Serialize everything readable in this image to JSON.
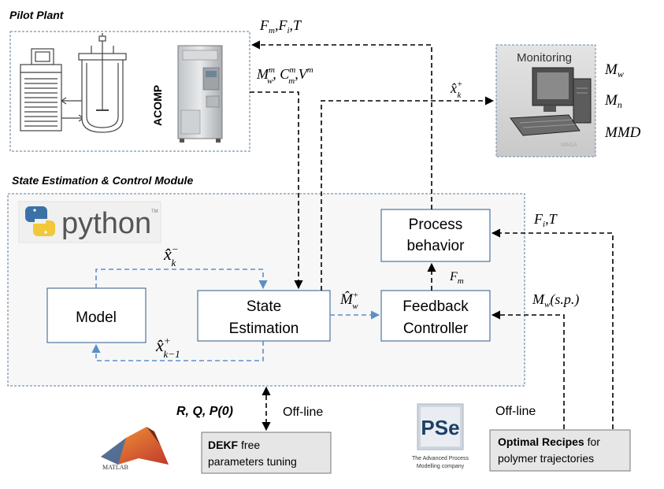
{
  "pilot_plant": {
    "title": "Pilot Plant",
    "acomp_label": "ACOMP"
  },
  "state_module": {
    "title": "State Estimation & Control Module",
    "python_logo_text": "python",
    "python_tm": "TM"
  },
  "blocks": {
    "model": "Model",
    "state_estimation_line1": "State",
    "state_estimation_line2": "Estimation",
    "process_behavior_line1": "Process",
    "process_behavior_line2": "behavior",
    "feedback_controller_line1": "Feedback",
    "feedback_controller_line2": "Controller"
  },
  "monitoring": {
    "title": "Monitoring",
    "watermark": "MAGA",
    "outputs": [
      "M_w",
      "M_n",
      "MMD"
    ]
  },
  "signals": {
    "plant_inputs": "F_m, F_i, T",
    "measurements": "M_w^m, C_m^m, V^m",
    "x_hat_k_plus_monitor": "x̂_k^+",
    "x_hat_k_minus": "x̂_k^-",
    "x_hat_k1_plus": "x̂_(k-1)^+",
    "m_hat_w_plus": "M̂_w^+",
    "fm": "F_m",
    "fi_t": "F_i, T",
    "mw_sp": "M_w(s.p.)"
  },
  "bottom": {
    "rqp_label": "R, Q, P(0)",
    "offline_1": "Off-line",
    "offline_2": "Off-line",
    "dekf_bold": "DEKF",
    "dekf_rest1": " free",
    "dekf_line2": "parameters tuning",
    "optimal_bold": "Optimal Recipes",
    "optimal_rest1": " for",
    "optimal_line2": "polymer trajectories",
    "matlab_text": "MATLAB",
    "pse_logo": "PSe",
    "pse_caption1": "The Advanced Process",
    "pse_caption2": "Modelling company"
  },
  "colors": {
    "dashed_arrow_black": "#000000",
    "dashed_arrow_blue": "#5b8fc7",
    "module_border": "#5a7a99",
    "module_fill": "#f7f7f7",
    "block_border": "#2e5a88",
    "monitor_fill": "#d6d6d6",
    "offline_box_fill": "#e6e6e6"
  }
}
